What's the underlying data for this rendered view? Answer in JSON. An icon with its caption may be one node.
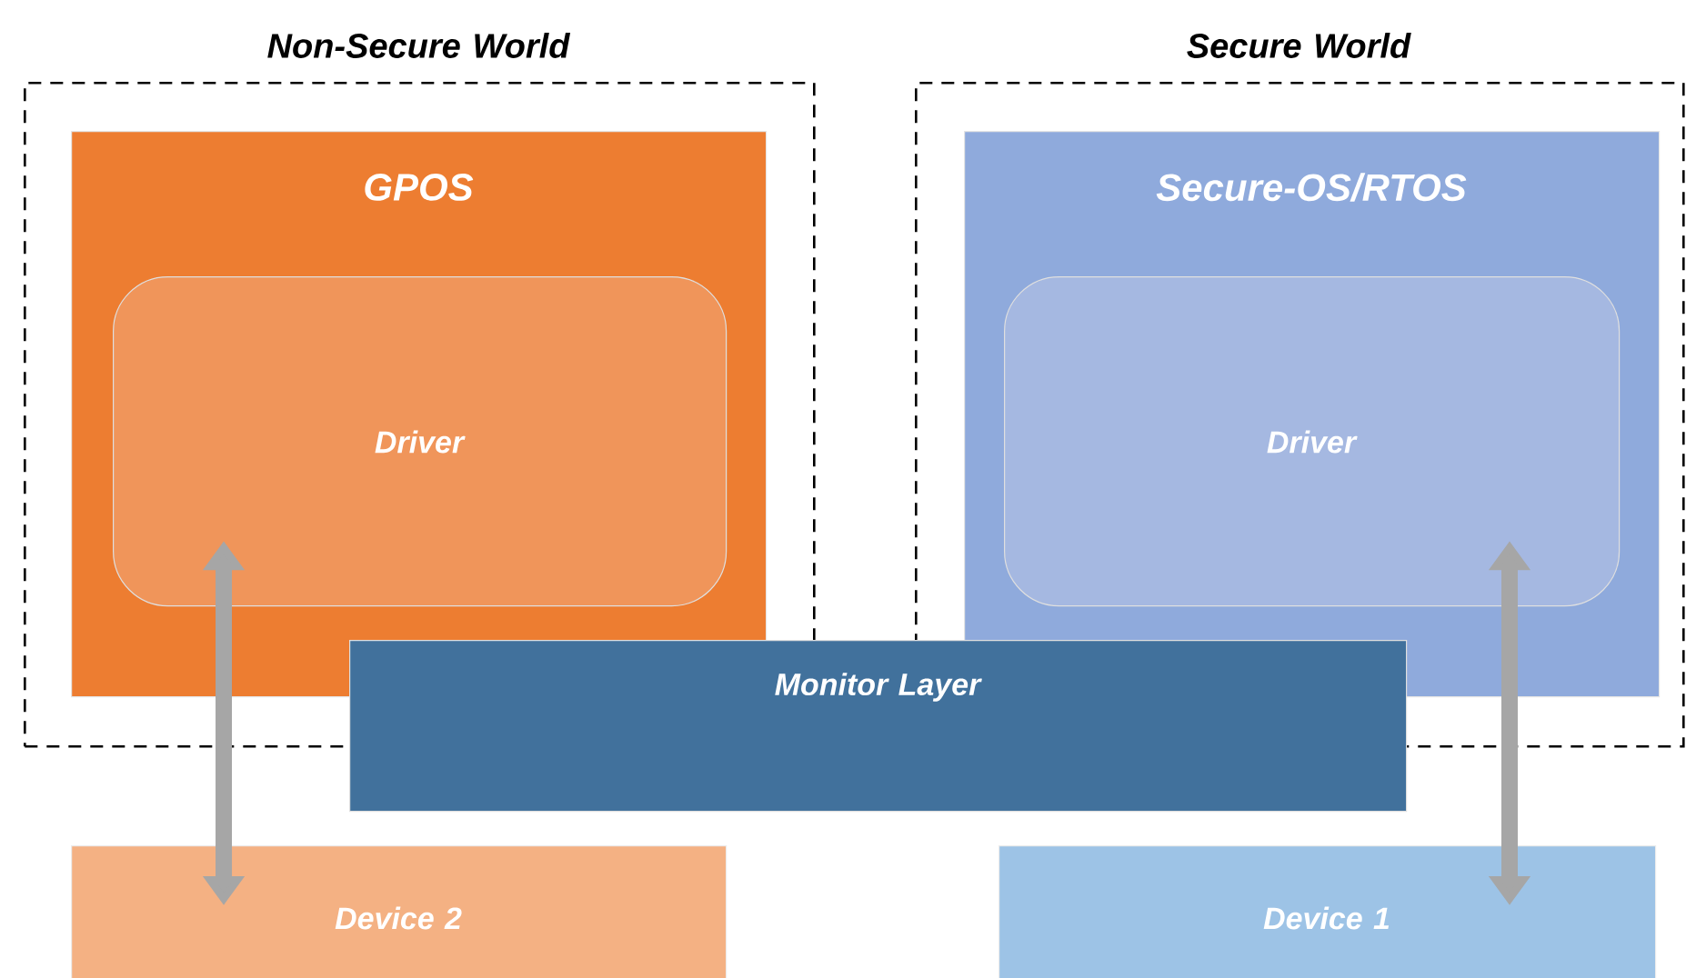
{
  "diagram": {
    "nodes": [
      {
        "text": [
          "Non-Secure World"
        ]
      },
      {
        "text": [
          "GPOS"
        ],
        "in": 0
      },
      {
        "text": [
          "Driver"
        ],
        "in": 1
      },
      {
        "text": [
          "Secure World"
        ]
      },
      {
        "text": [
          "Secure-OS/RTOS"
        ],
        "in": 3
      },
      {
        "text": [
          "Driver"
        ],
        "in": 4
      },
      {
        "text": [
          "Monitor Layer"
        ]
      },
      {
        "text": [
          "Device 2"
        ]
      },
      {
        "text": [
          "Device 1"
        ]
      }
    ],
    "edges": [
      {
        "from": 2,
        "to": 7,
        "arrow": "both"
      },
      {
        "from": 5,
        "to": 8,
        "arrow": "both"
      }
    ]
  }
}
